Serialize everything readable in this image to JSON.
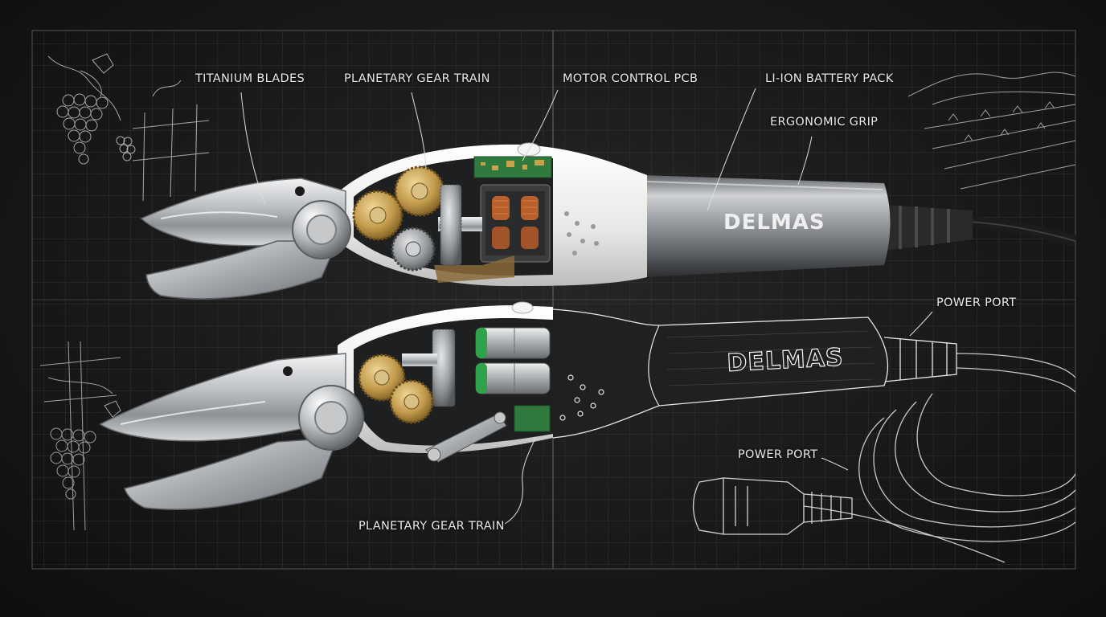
{
  "diagram": {
    "brand": "DELMAS",
    "callouts": {
      "titanium_blades": "TITANIUM BLADES",
      "planetary_gear_train_top": "PLANETARY GEAR TRAIN",
      "motor_control_pcb": "MOTOR CONTROL PCB",
      "li_ion_battery_pack": "LI-ION BATTERY PACK",
      "ergonomic_grip": "ERGONOMIC GRIP",
      "power_port_upper": "POWER PORT",
      "power_port_lower": "POWER PORT",
      "planetary_gear_train_bottom": "PLANETARY GEAR TRAIN"
    },
    "colors": {
      "background": "#161616",
      "grid_line": "#3a3a3a",
      "steel": "#c9ccd0",
      "housing_white": "#f1f1ef",
      "brass_gear": "#c7a458",
      "pcb_green": "#2f7a3c",
      "copper_coil": "#b8602c",
      "sketch_line": "#e6e6e6"
    }
  }
}
